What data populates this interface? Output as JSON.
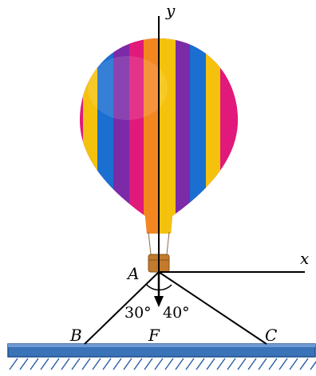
{
  "figure": {
    "axes": {
      "x_label": "x",
      "y_label": "y"
    },
    "points": {
      "A": "A",
      "B": "B",
      "C": "C",
      "F": "F"
    },
    "angles": {
      "left": "30°",
      "right": "40°"
    },
    "colors": {
      "ground_fill": "#3a73b8",
      "ground_edge": "#1e4f8c",
      "hatch": "#2f62a8",
      "balloon_stripes": [
        "#e0197a",
        "#f4c20d",
        "#1a6fd1",
        "#7b2aa8",
        "#f4861f"
      ],
      "basket": "#c27a2c"
    },
    "icons": {
      "balloon": "hot-air-balloon-icon",
      "weight_arrow": "arrow-down-icon"
    }
  }
}
